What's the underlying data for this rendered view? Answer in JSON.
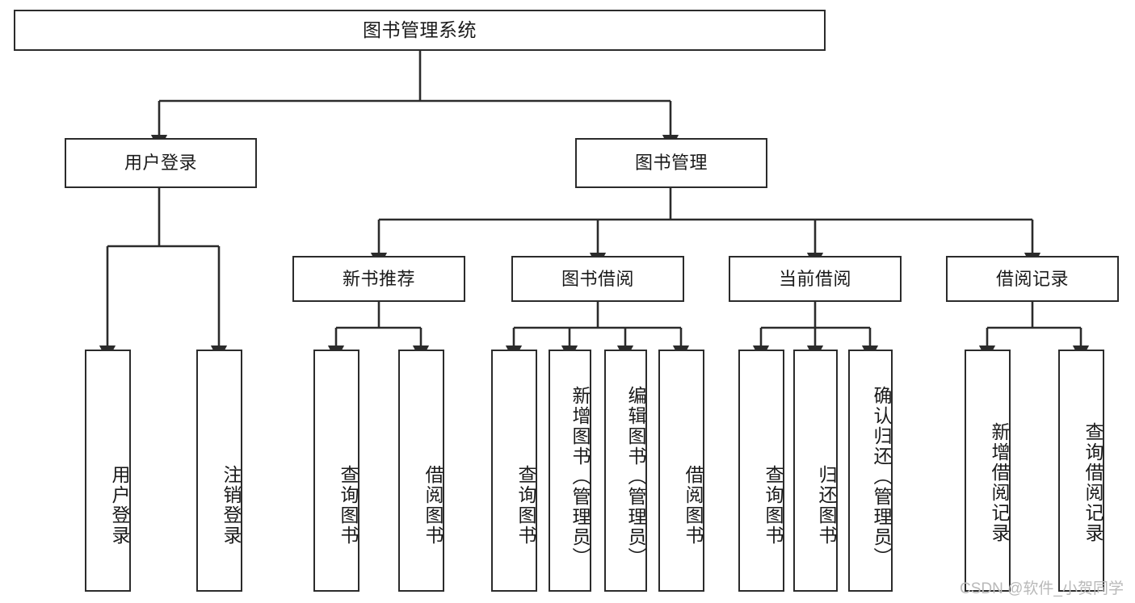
{
  "diagram": {
    "title": "图书管理系统",
    "type": "hierarchy-tree",
    "watermark": "CSDN @软件_小贺同学",
    "colors": {
      "box_border": "#2b2b2b",
      "box_fill": "#ffffff",
      "connector": "#2b2b2b",
      "text": "#1a1a1a",
      "watermark": "#b9b9b9",
      "background": "#ffffff"
    },
    "root": {
      "label": "图书管理系统"
    },
    "level1": [
      {
        "id": "user-login",
        "label": "用户登录"
      },
      {
        "id": "book-manage",
        "label": "图书管理"
      }
    ],
    "level2": [
      {
        "id": "new-book-recommend",
        "label": "新书推荐",
        "parent": "book-manage"
      },
      {
        "id": "book-borrow",
        "label": "图书借阅",
        "parent": "book-manage"
      },
      {
        "id": "current-borrow",
        "label": "当前借阅",
        "parent": "book-manage"
      },
      {
        "id": "borrow-record",
        "label": "借阅记录",
        "parent": "book-manage"
      }
    ],
    "leaves": [
      {
        "id": "leaf-user-login",
        "label": "用户登录",
        "parent": "user-login"
      },
      {
        "id": "leaf-logout",
        "label": "注销登录",
        "parent": "user-login"
      },
      {
        "id": "leaf-query-book-1",
        "label": "查询图书",
        "parent": "new-book-recommend"
      },
      {
        "id": "leaf-borrow-book-1",
        "label": "借阅图书",
        "parent": "new-book-recommend"
      },
      {
        "id": "leaf-query-book-2",
        "label": "查询图书",
        "parent": "book-borrow"
      },
      {
        "id": "leaf-add-book",
        "label": "新增图书（管理员）",
        "parent": "book-borrow"
      },
      {
        "id": "leaf-edit-book",
        "label": "编辑图书（管理员）",
        "parent": "book-borrow"
      },
      {
        "id": "leaf-borrow-book-2",
        "label": "借阅图书",
        "parent": "book-borrow"
      },
      {
        "id": "leaf-query-book-3",
        "label": "查询图书",
        "parent": "current-borrow"
      },
      {
        "id": "leaf-return-book",
        "label": "归还图书",
        "parent": "current-borrow"
      },
      {
        "id": "leaf-confirm-return",
        "label": "确认归还（管理员）",
        "parent": "current-borrow"
      },
      {
        "id": "leaf-add-record",
        "label": "新增借阅记录",
        "parent": "borrow-record"
      },
      {
        "id": "leaf-query-record",
        "label": "查询借阅记录",
        "parent": "borrow-record"
      }
    ]
  }
}
